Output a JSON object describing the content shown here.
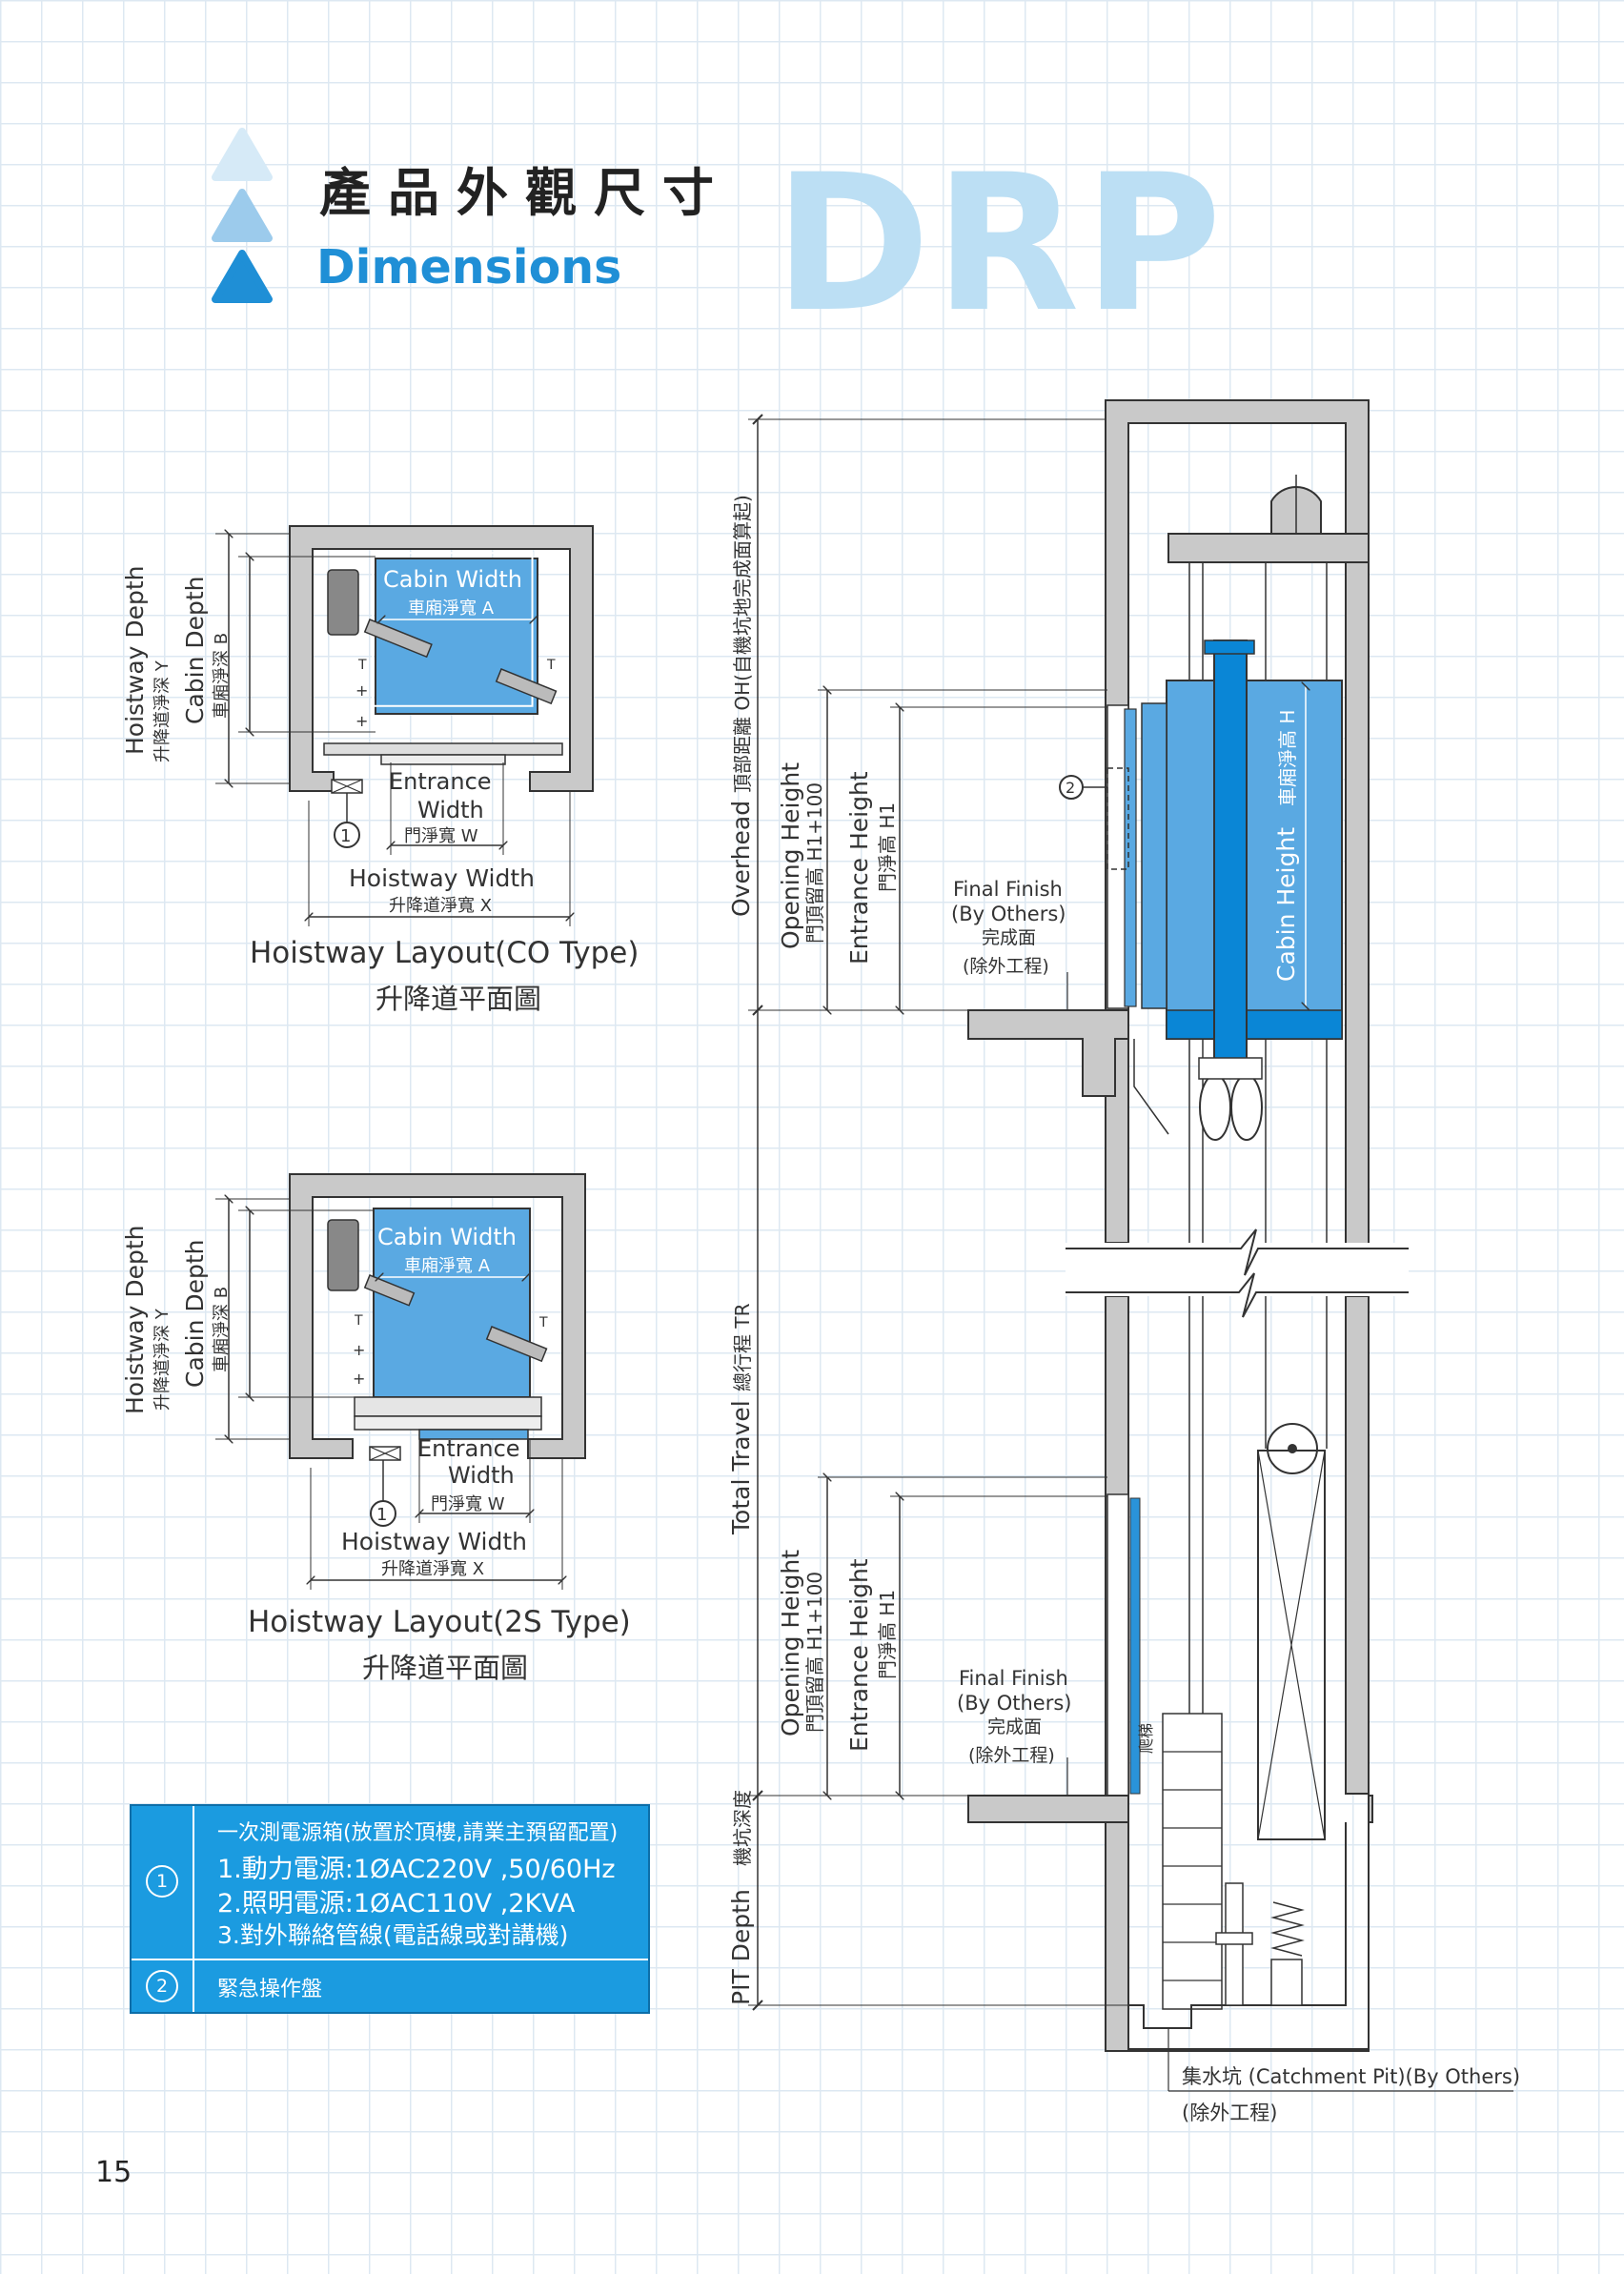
{
  "header": {
    "title_zh": "產品外觀尺寸",
    "title_en": "Dimensions",
    "model": "DRP"
  },
  "colors": {
    "accent": "#1f8fd6",
    "cabin_fill": "#5aa9e2",
    "cabin_dark": "#0a86d6",
    "legend_bg": "#1b9be0",
    "wall_gray": "#c9c9c9",
    "model_light": "#bcdff4"
  },
  "plan_co": {
    "hoistway_depth": "Hoistway Depth",
    "hoistway_depth_code": "升降道淨深 Y",
    "cabin_depth": "Cabin Depth",
    "cabin_depth_code": "車廂淨深 B",
    "cabin_width": "Cabin Width",
    "cabin_width_code": "車廂淨寬 A",
    "entrance": "Entrance",
    "width": "Width",
    "entrance_code": "門淨寬 W",
    "hoistway_width": "Hoistway Width",
    "hoistway_width_code": "升降道淨寬 X",
    "marker": "1",
    "caption": "Hoistway Layout(CO Type)",
    "caption_zh": "升降道平面圖"
  },
  "plan_2s": {
    "hoistway_depth": "Hoistway Depth",
    "hoistway_depth_code": "升降道淨深 Y",
    "cabin_depth": "Cabin Depth",
    "cabin_depth_code": "車廂淨深 B",
    "cabin_width": "Cabin Width",
    "cabin_width_code": "車廂淨寬 A",
    "entrance": "Entrance",
    "width": "Width",
    "entrance_code": "門淨寬 W",
    "hoistway_width": "Hoistway Width",
    "hoistway_width_code": "升降道淨寬 X",
    "marker": "1",
    "caption": "Hoistway Layout(2S Type)",
    "caption_zh": "升降道平面圖"
  },
  "section": {
    "overhead": "Overhead",
    "overhead_code": "頂部距離 OH(自機坑地完成面算起)",
    "opening_height": "Opening Height",
    "opening_code": "門頂留高 H1+100",
    "entrance_height": "Entrance Height",
    "entrance_code": "門淨高 H1",
    "final_finish": "Final Finish",
    "by_others": "(By Others)",
    "finish_zh": "完成面",
    "excluded": "(除外工程)",
    "cabin_height": "Cabin Height",
    "cabin_height_code": "車廂淨高 H",
    "total_travel": "Total Travel",
    "total_travel_code": "總行程 TR",
    "pit_depth": "PIT Depth",
    "pit_code": "機坑深度",
    "marker": "2",
    "ladder_label": "爬梯",
    "catchment": "集水坑 (Catchment Pit)(By Others)",
    "catchment_excluded": "(除外工程)"
  },
  "legend": {
    "item1_num": "1",
    "item1_title": "一次測電源箱(放置於頂樓,請業主預留配置)",
    "item1_line1": "1.動力電源:1ØAC220V ,50/60Hz",
    "item1_line2": "2.照明電源:1ØAC110V ,2KVA",
    "item1_line3": "3.對外聯絡管線(電話線或對講機)",
    "item2_num": "2",
    "item2_text": "緊急操作盤"
  },
  "page_number": "15"
}
